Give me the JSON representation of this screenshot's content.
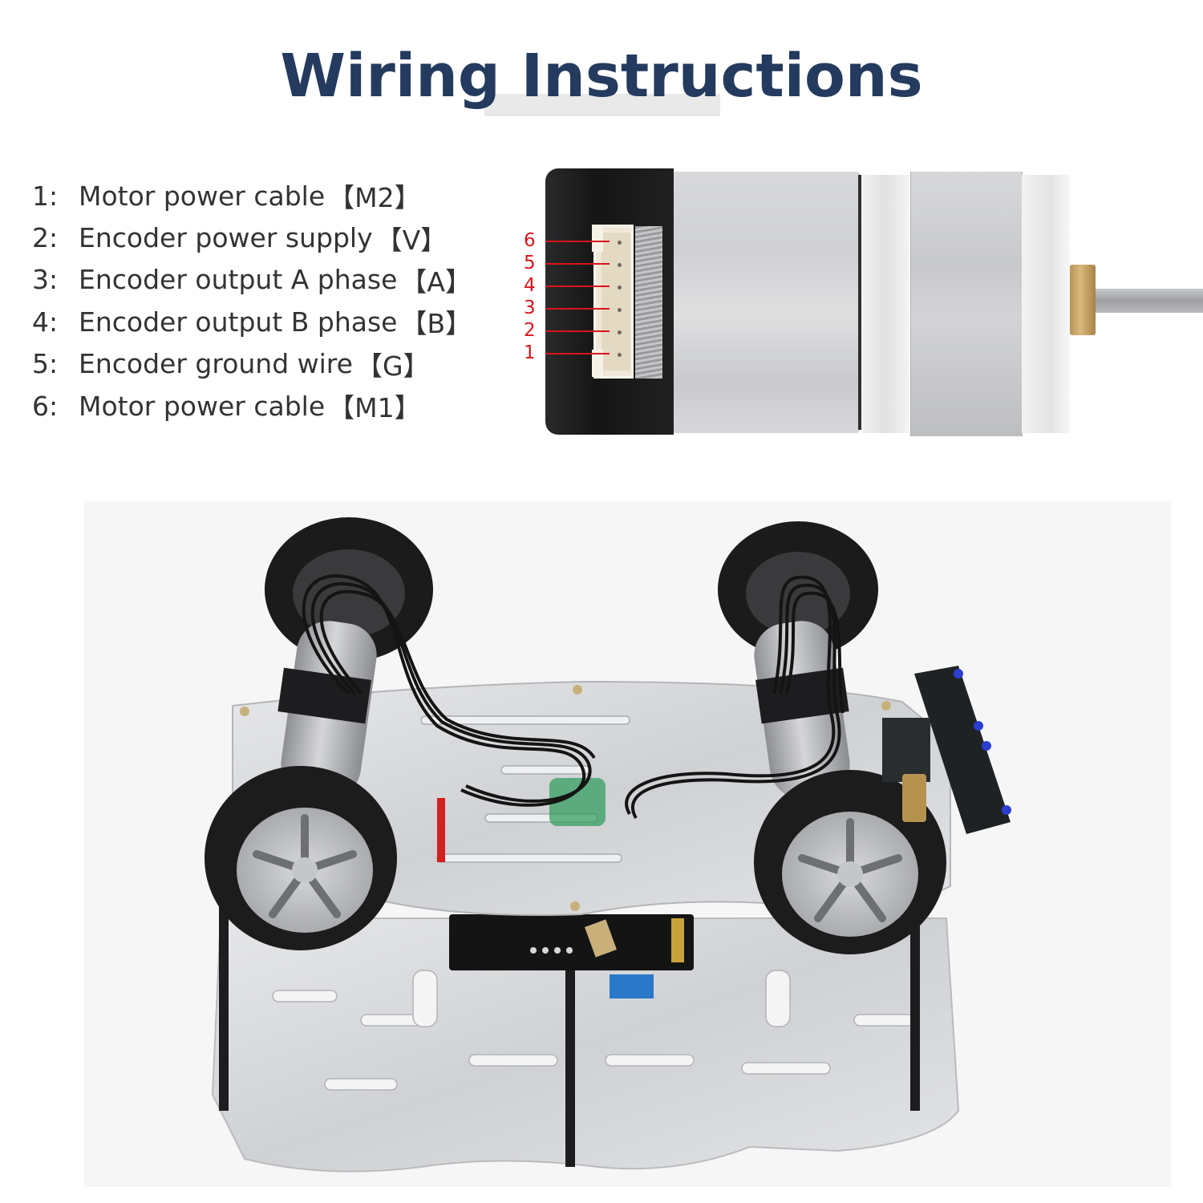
{
  "title": "Wiring Instructions",
  "pins": [
    {
      "num": "1:",
      "desc": "Motor power cable",
      "code": "【M2】"
    },
    {
      "num": "2:",
      "desc": "Encoder power supply",
      "code": "【V】"
    },
    {
      "num": "3:",
      "desc": "Encoder output A phase",
      "code": "【A】"
    },
    {
      "num": "4:",
      "desc": "Encoder output B phase",
      "code": " 【B】"
    },
    {
      "num": "5:",
      "desc": "Encoder ground wire",
      "code": "【G】"
    },
    {
      "num": "6:",
      "desc": "Motor power cable",
      "code": "【M1】"
    }
  ],
  "connector_labels": [
    "6",
    "5",
    "4",
    "3",
    "2",
    "1"
  ],
  "colors": {
    "title": "#243a5e",
    "text": "#333333",
    "pin_label": "#d9141a"
  }
}
